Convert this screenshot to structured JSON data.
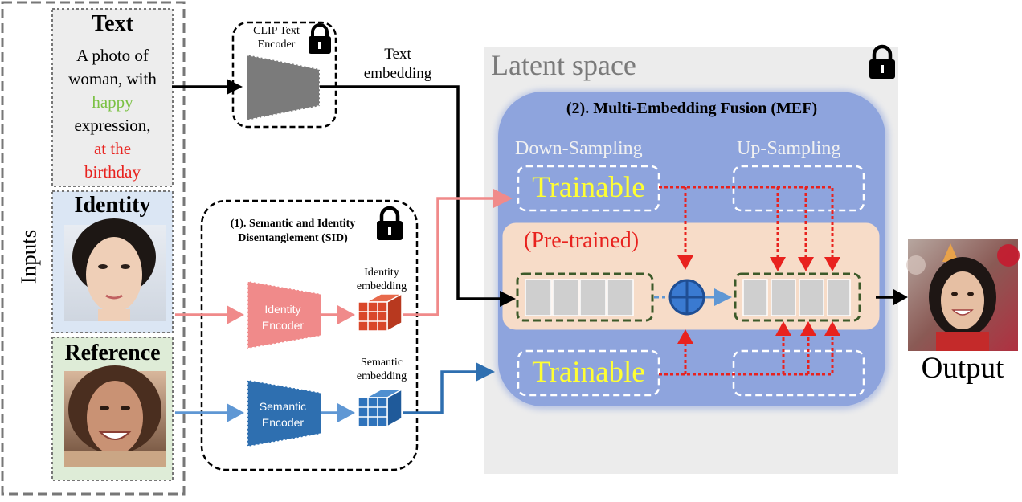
{
  "inputs": {
    "label": "Inputs",
    "text_panel": {
      "title": "Text",
      "prompt_parts": [
        "A photo of",
        "woman, with",
        "happy",
        "expression,",
        "at the",
        "birthday"
      ]
    },
    "identity_panel": {
      "title": "Identity"
    },
    "reference_panel": {
      "title": "Reference"
    }
  },
  "clip": {
    "label_line1": "CLIP Text",
    "label_line2": "Encoder"
  },
  "text_embedding": {
    "line1": "Text",
    "line2": "embedding"
  },
  "sid": {
    "title_line1": "(1). Semantic and Identity",
    "title_line2": "Disentanglement (SID)",
    "identity_encoder": {
      "line1": "Identity",
      "line2": "Encoder"
    },
    "semantic_encoder": {
      "line1": "Semantic",
      "line2": "Encoder"
    },
    "identity_embedding": {
      "line1": "Identity",
      "line2": "embedding"
    },
    "semantic_embedding": {
      "line1": "Semantic",
      "line2": "embedding"
    }
  },
  "latent": {
    "title": "Latent space",
    "mef_title": "(2). Multi-Embedding Fusion (MEF)",
    "down_sampling": "Down-Sampling",
    "up_sampling": "Up-Sampling",
    "trainable_top": "Trainable",
    "trainable_bottom": "Trainable",
    "pretrained": "(Pre-trained)"
  },
  "output": {
    "label": "Output"
  },
  "colors": {
    "happy": "#7ac143",
    "red_text": "#e8221e",
    "identity_encoder": "#f08a8a",
    "semantic_encoder": "#2e6fb0",
    "mef_bg": "#8da3dc",
    "pretrained_bg": "#f7dcc8",
    "trainable_text": "#ffff33",
    "red_dashed": "#e8221e",
    "green_dashed": "#3d5a2a",
    "latent_bg": "#ececec"
  }
}
